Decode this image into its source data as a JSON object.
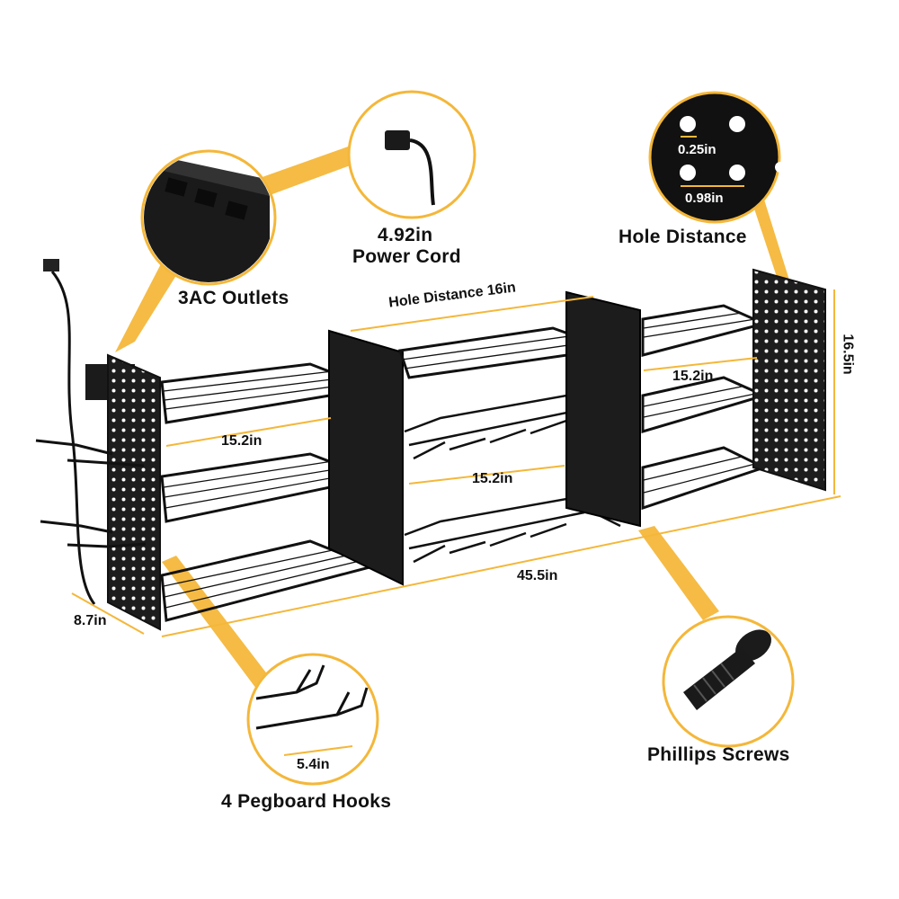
{
  "callouts": {
    "outlets": "3AC Outlets",
    "cord_length": "4.92in",
    "cord_title": "Power Cord",
    "hole_distance_title": "Hole Distance",
    "hole_diameter": "0.25in",
    "hole_spacing": "0.98in",
    "screws": "Phillips Screws",
    "hooks": "4 Pegboard Hooks",
    "hook_length": "5.4in"
  },
  "dimensions": {
    "hole_distance_16": "Hole Distance 16in",
    "height": "16.5in",
    "shelf_width_left": "15.2in",
    "shelf_width_middle": "15.2in",
    "shelf_width_right": "15.2in",
    "total_length": "45.5in",
    "depth": "8.7in"
  },
  "colors": {
    "accent": "#f4b73a",
    "metal": "#1b1b1b",
    "text": "#111111"
  }
}
